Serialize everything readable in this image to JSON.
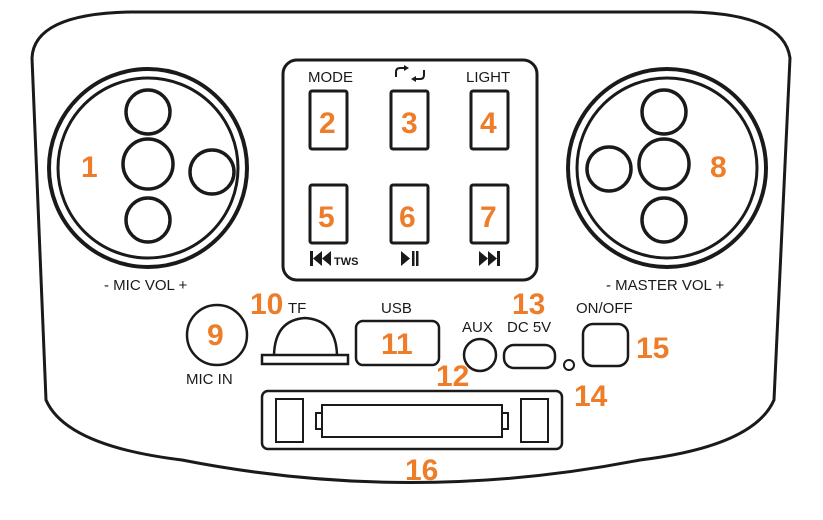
{
  "labels": {
    "mode": "MODE",
    "light": "LIGHT",
    "tws": "TWS",
    "mic_vol": "- MIC VOL +",
    "master_vol": "- MASTER  VOL +",
    "tf": "TF",
    "usb": "USB",
    "aux": "AUX",
    "dc": "DC 5V",
    "onoff": "ON/OFF",
    "mic_in": "MIC IN"
  },
  "callouts": [
    "1",
    "2",
    "3",
    "4",
    "5",
    "6",
    "7",
    "8",
    "9",
    "10",
    "11",
    "12",
    "13",
    "14",
    "15",
    "16"
  ],
  "icons": {
    "repeat": "repeat-icon",
    "prev": "previous-track-icon",
    "play_pause": "play-pause-icon",
    "next": "next-track-icon"
  },
  "colors": {
    "callout": "#ee7d2a",
    "line": "#1a1a1a"
  }
}
